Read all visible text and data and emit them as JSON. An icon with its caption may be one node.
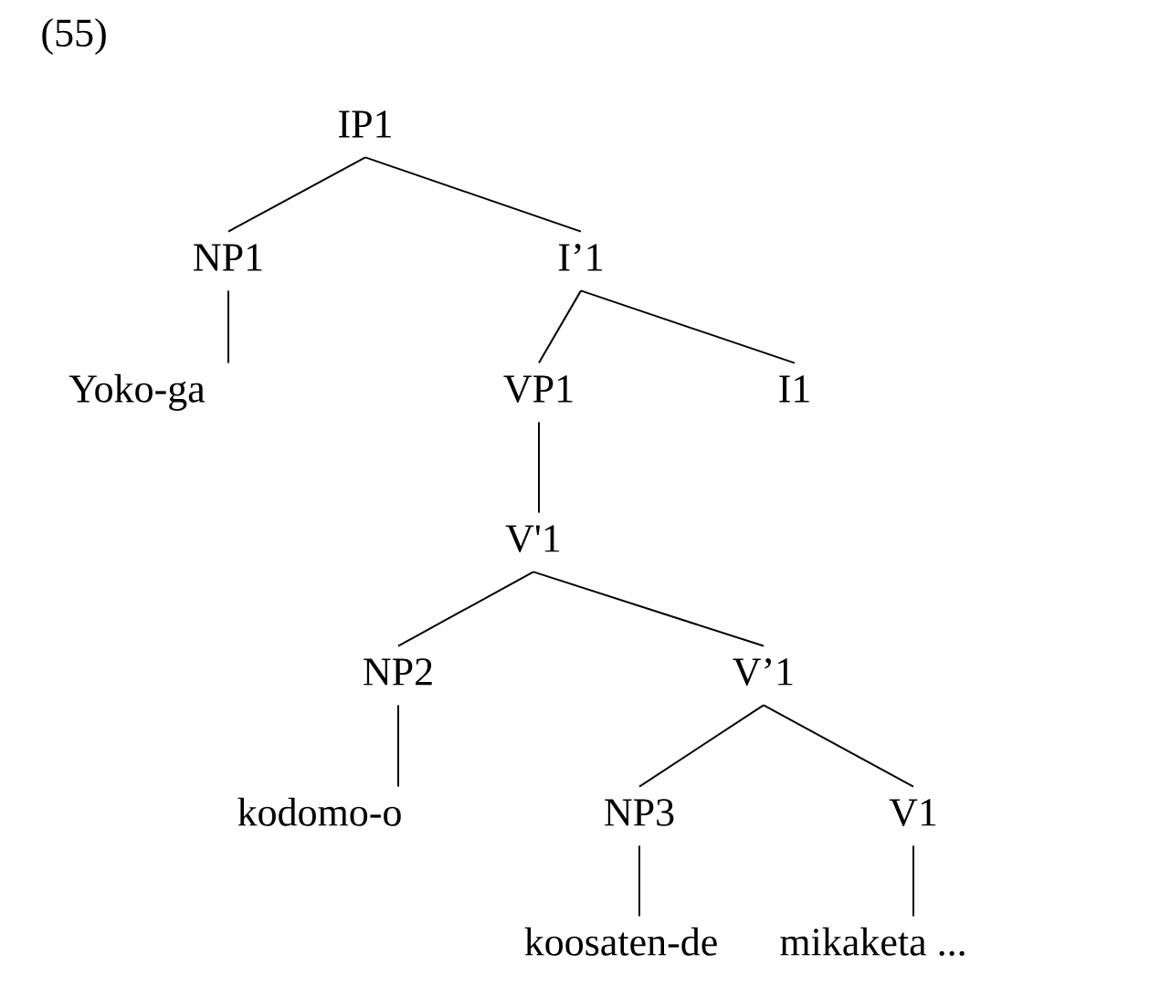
{
  "diagram": {
    "nodes": [
      {
        "text": [
          "IP1"
        ]
      },
      {
        "text": [
          "NP1"
        ]
      },
      {
        "text": [
          "I’1"
        ]
      },
      {
        "text": [
          "Yoko-ga"
        ]
      },
      {
        "text": [
          "VP1"
        ]
      },
      {
        "text": [
          "I1"
        ]
      },
      {
        "text": [
          "V'1"
        ]
      },
      {
        "text": [
          "NP2"
        ]
      },
      {
        "text": [
          "V’1"
        ]
      },
      {
        "text": [
          "kodomo-o"
        ]
      },
      {
        "text": [
          "NP3"
        ]
      },
      {
        "text": [
          "V1"
        ]
      },
      {
        "text": [
          "koosaten-de"
        ]
      },
      {
        "text": [
          "mikaketa ..."
        ]
      }
    ],
    "edges": [
      {
        "from": 0,
        "to": 1,
        "arrow": "none"
      },
      {
        "from": 0,
        "to": 2,
        "arrow": "none"
      },
      {
        "from": 1,
        "to": 3,
        "arrow": "none"
      },
      {
        "from": 2,
        "to": 4,
        "arrow": "none"
      },
      {
        "from": 2,
        "to": 5,
        "arrow": "none"
      },
      {
        "from": 4,
        "to": 6,
        "arrow": "none"
      },
      {
        "from": 6,
        "to": 7,
        "arrow": "none"
      },
      {
        "from": 6,
        "to": 8,
        "arrow": "none"
      },
      {
        "from": 7,
        "to": 9,
        "arrow": "none"
      },
      {
        "from": 8,
        "to": 10,
        "arrow": "none"
      },
      {
        "from": 8,
        "to": 11,
        "arrow": "none"
      },
      {
        "from": 10,
        "to": 12,
        "arrow": "none"
      },
      {
        "from": 11,
        "to": 13,
        "arrow": "none"
      }
    ],
    "labels": [
      "(55)"
    ]
  }
}
